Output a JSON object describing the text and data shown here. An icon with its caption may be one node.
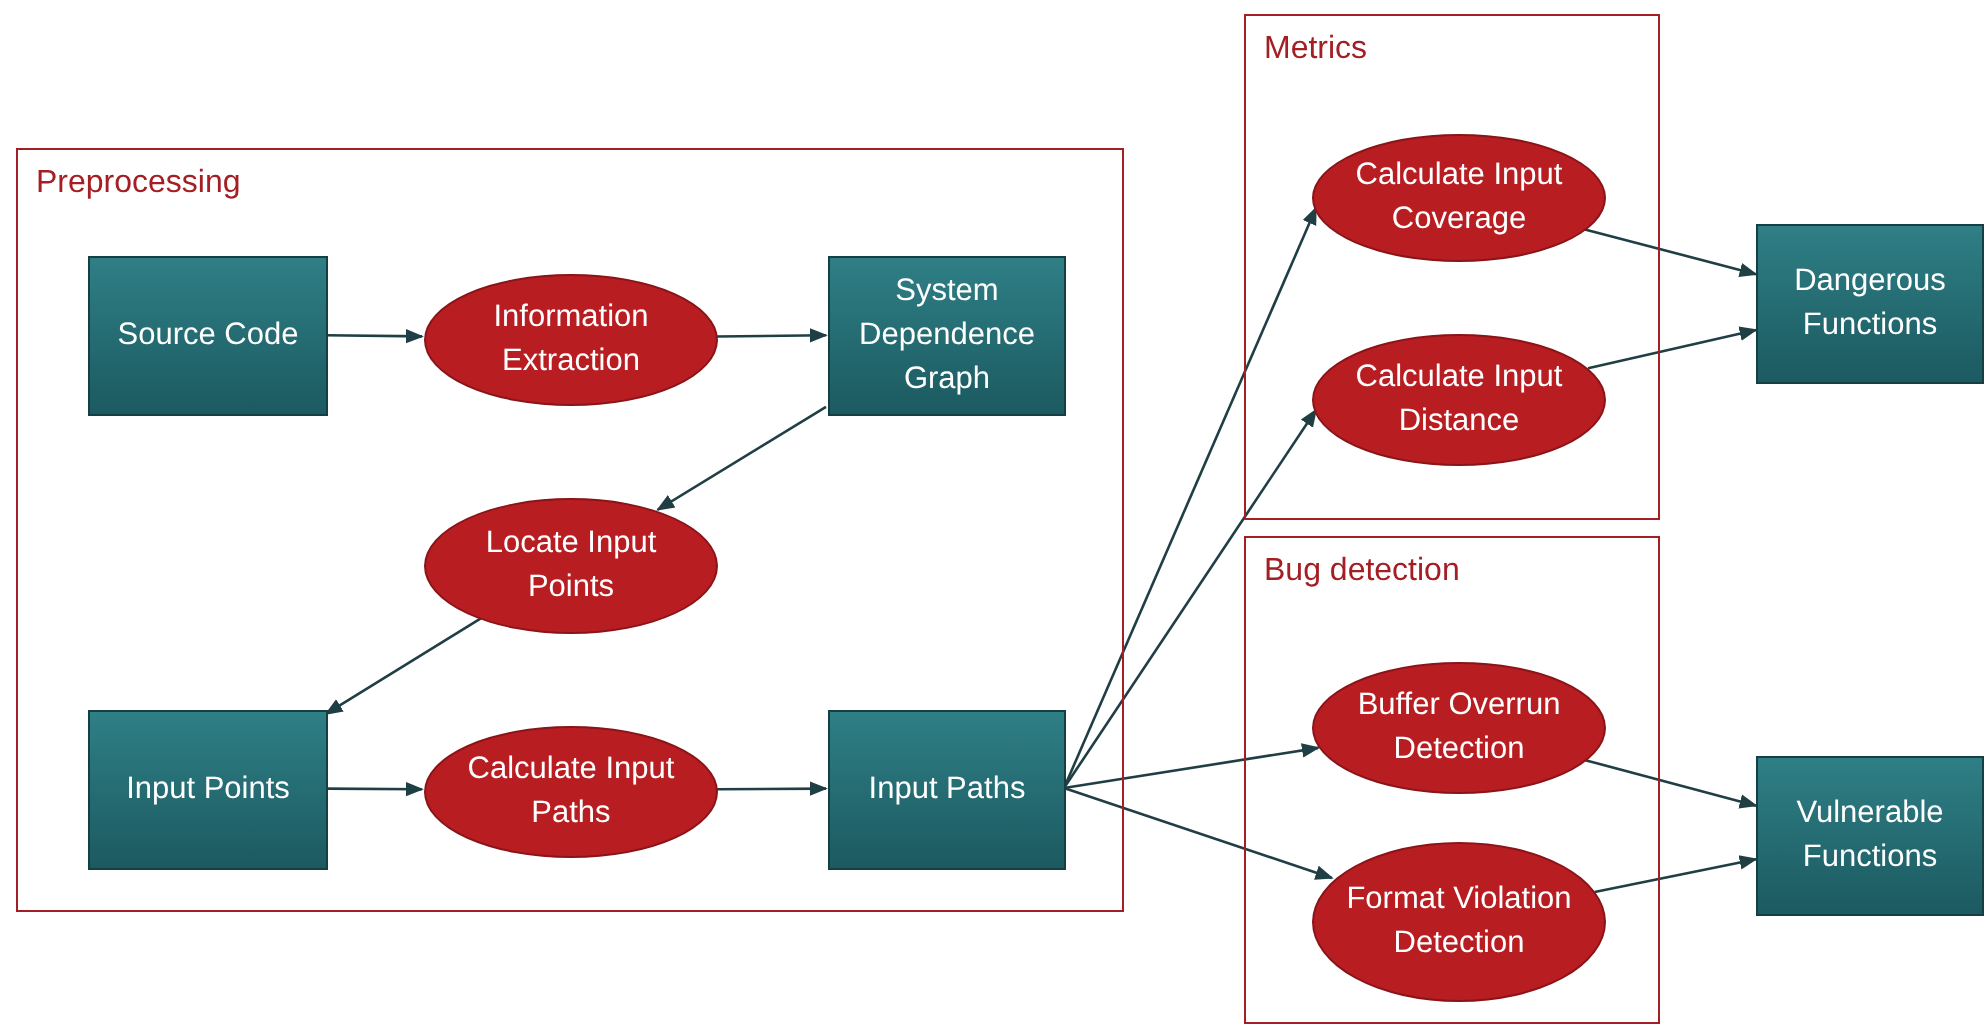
{
  "diagram": {
    "nodes": [
      {
        "text": [
          "Preprocessing"
        ]
      },
      {
        "text": [
          "Source Code"
        ],
        "in": 0
      },
      {
        "text": [
          "Information Extraction"
        ],
        "in": 0
      },
      {
        "text": [
          "System Dependence Graph"
        ],
        "in": 0
      },
      {
        "text": [
          "Locate Input Points"
        ],
        "in": 0
      },
      {
        "text": [
          "Input Points"
        ],
        "in": 0
      },
      {
        "text": [
          "Calculate Input Paths"
        ],
        "in": 0
      },
      {
        "text": [
          "Input Paths"
        ],
        "in": 0
      },
      {
        "text": [
          "Metrics"
        ]
      },
      {
        "text": [
          "Calculate Input Coverage"
        ],
        "in": 8
      },
      {
        "text": [
          "Calculate Input Distance"
        ],
        "in": 8
      },
      {
        "text": [
          "Bug detection"
        ]
      },
      {
        "text": [
          "Buffer Overrun Detection"
        ],
        "in": 11
      },
      {
        "text": [
          "Format Violation Detection"
        ],
        "in": 11
      },
      {
        "text": [
          "Dangerous Functions"
        ]
      },
      {
        "text": [
          "Vulnerable Functions"
        ]
      }
    ],
    "edges": [
      {
        "from": 1,
        "to": 2,
        "arrow": "to"
      },
      {
        "from": 2,
        "to": 3,
        "arrow": "to"
      },
      {
        "from": 3,
        "to": 4,
        "arrow": "to"
      },
      {
        "from": 4,
        "to": 5,
        "arrow": "to"
      },
      {
        "from": 5,
        "to": 6,
        "arrow": "to"
      },
      {
        "from": 6,
        "to": 7,
        "arrow": "to"
      },
      {
        "from": 7,
        "to": 9,
        "arrow": "to"
      },
      {
        "from": 7,
        "to": 10,
        "arrow": "to"
      },
      {
        "from": 7,
        "to": 12,
        "arrow": "to"
      },
      {
        "from": 7,
        "to": 13,
        "arrow": "to"
      },
      {
        "from": 9,
        "to": 14,
        "arrow": "to"
      },
      {
        "from": 10,
        "to": 14,
        "arrow": "to"
      },
      {
        "from": 12,
        "to": 15,
        "arrow": "to"
      },
      {
        "from": 13,
        "to": 15,
        "arrow": "to"
      }
    ]
  }
}
